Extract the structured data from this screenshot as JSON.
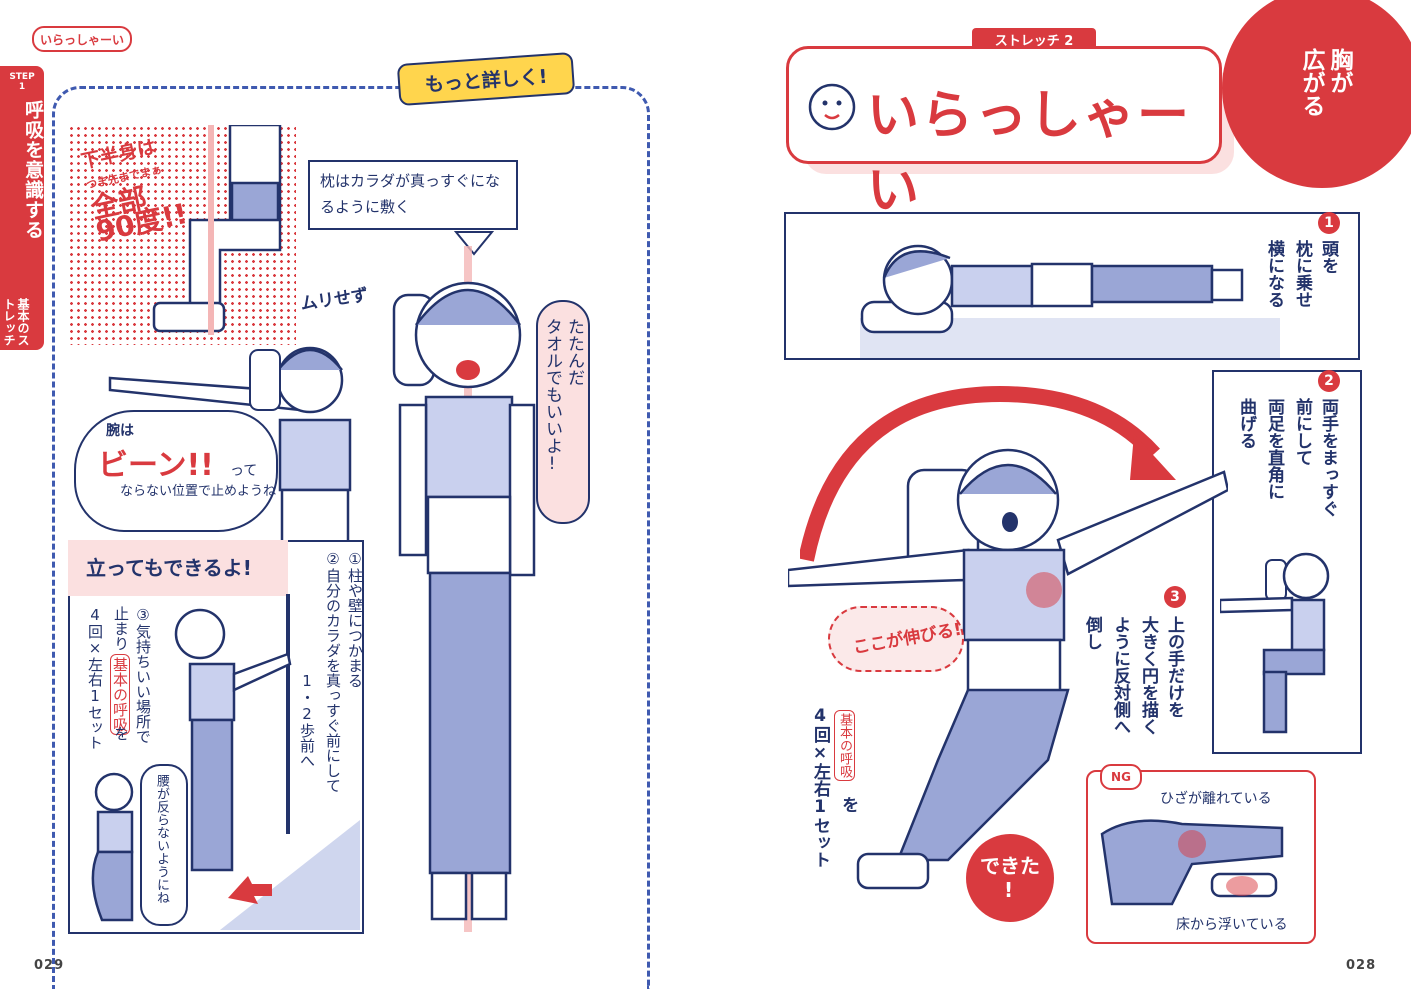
{
  "left_page": {
    "tag": "いらっしゃーい",
    "side_tab": {
      "step_label": "STEP",
      "step_number": "1",
      "title": "呼吸を意識する",
      "subtitle": "基本のストレッチ"
    },
    "more_badge": "もっと詳しく!",
    "lower_body": {
      "line1": "下半身は",
      "line2": "つま先までまぁ",
      "line3": "全部",
      "line4": "90度!!"
    },
    "pillow_note": "枕はカラダが真っすぐになるように敷く",
    "muri": "ムリせず",
    "arm_note": {
      "a": "腕は",
      "b": "ビーン!!",
      "c": "って",
      "d": "ならない位置で止めようね"
    },
    "towel_bubble": {
      "line1": "たたんだ",
      "line2": "タオルでもいいよ!"
    },
    "standing": {
      "title": "立ってもできるよ!",
      "step1": "①柱や壁につかまる",
      "step2a": "②自分のカラダを真っすぐ前にして",
      "step2b": "1・2歩前へ",
      "step3a": "③気持ちいい場所で",
      "step3b": "止まり",
      "kihon": "基本の呼吸",
      "step3c": "を",
      "sets": "4回×左右1セット"
    },
    "knee_note": "腰が反らないようにね",
    "page_number": "029"
  },
  "right_page": {
    "label": "ストレッチ 2",
    "title": "いらっしゃーい",
    "chest": {
      "line1": "胸が",
      "line2": "広がる"
    },
    "step1": {
      "num": "1",
      "line1": "頭を",
      "line2": "枕に乗せ",
      "line3": "横になる"
    },
    "step2": {
      "num": "2",
      "line1": "両手をまっすぐ",
      "line2": "前にして",
      "line3": "両足を直角に",
      "line4": "曲げる"
    },
    "step3": {
      "num": "3",
      "line1": "上の手だけを",
      "line2": "大きく円を描く",
      "line3": "ように反対側へ",
      "line4": "倒し"
    },
    "kihon": "基本の呼吸",
    "kihon_suffix": "を",
    "sets": "4回×左右1セット",
    "koko": "ここが伸びる!",
    "dekita": {
      "line1": "できた",
      "line2": "!"
    },
    "ng": {
      "badge": "NG",
      "text1": "ひざが離れている",
      "text2": "床から浮いている"
    },
    "page_number": "028"
  }
}
